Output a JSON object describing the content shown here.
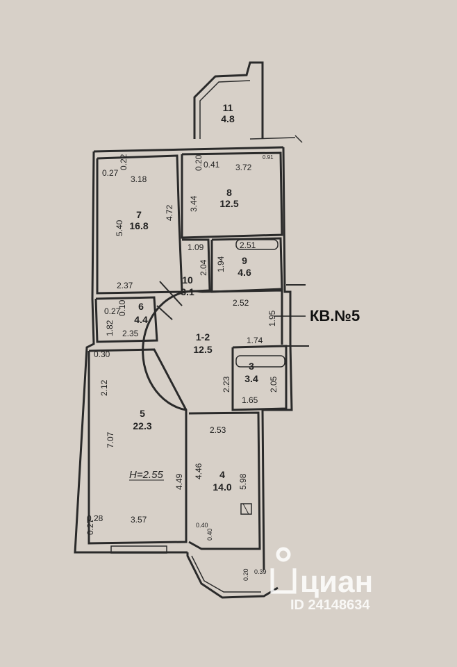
{
  "apartment_label": "КВ.№5",
  "ceiling_height": "H=2.55",
  "rooms": [
    {
      "id": "r11",
      "number": "11",
      "area": "4.8"
    },
    {
      "id": "r8",
      "number": "8",
      "area": "12.5"
    },
    {
      "id": "r7",
      "number": "7",
      "area": "16.8"
    },
    {
      "id": "r9",
      "number": "9",
      "area": "4.6"
    },
    {
      "id": "r10",
      "number": "10",
      "area": "3.1"
    },
    {
      "id": "r6",
      "number": "6",
      "area": "4.4"
    },
    {
      "id": "r12",
      "number": "1-2",
      "area": "12.5"
    },
    {
      "id": "r3",
      "number": "3",
      "area": "3.4"
    },
    {
      "id": "r5",
      "number": "5",
      "area": "22.3"
    },
    {
      "id": "r4",
      "number": "4",
      "area": "14.0"
    }
  ],
  "dimensions": [
    "0.27",
    "0.22",
    "3.18",
    "5.40",
    "4.72",
    "2.37",
    "0.20",
    "0.41",
    "3.72",
    "0.91",
    "3.44",
    "1.09",
    "2.51",
    "2.04",
    "1.94",
    "0.27",
    "0.10",
    "1.82",
    "2.35",
    "2.52",
    "1.95",
    "1.74",
    "0.30",
    "2.12",
    "7.07",
    "4.49",
    "2.23",
    "2.05",
    "1.65",
    "2.53",
    "4.46",
    "5.98",
    "0.28",
    "0.27",
    "3.57",
    "0.40",
    "0.40",
    "0.20",
    "0.39"
  ],
  "watermark": {
    "logo": "циан",
    "id": "ID 24148634"
  },
  "colors": {
    "paper": "#d7d0c8",
    "wall": "#2a2a2a",
    "fill": "#dcd6cf"
  }
}
